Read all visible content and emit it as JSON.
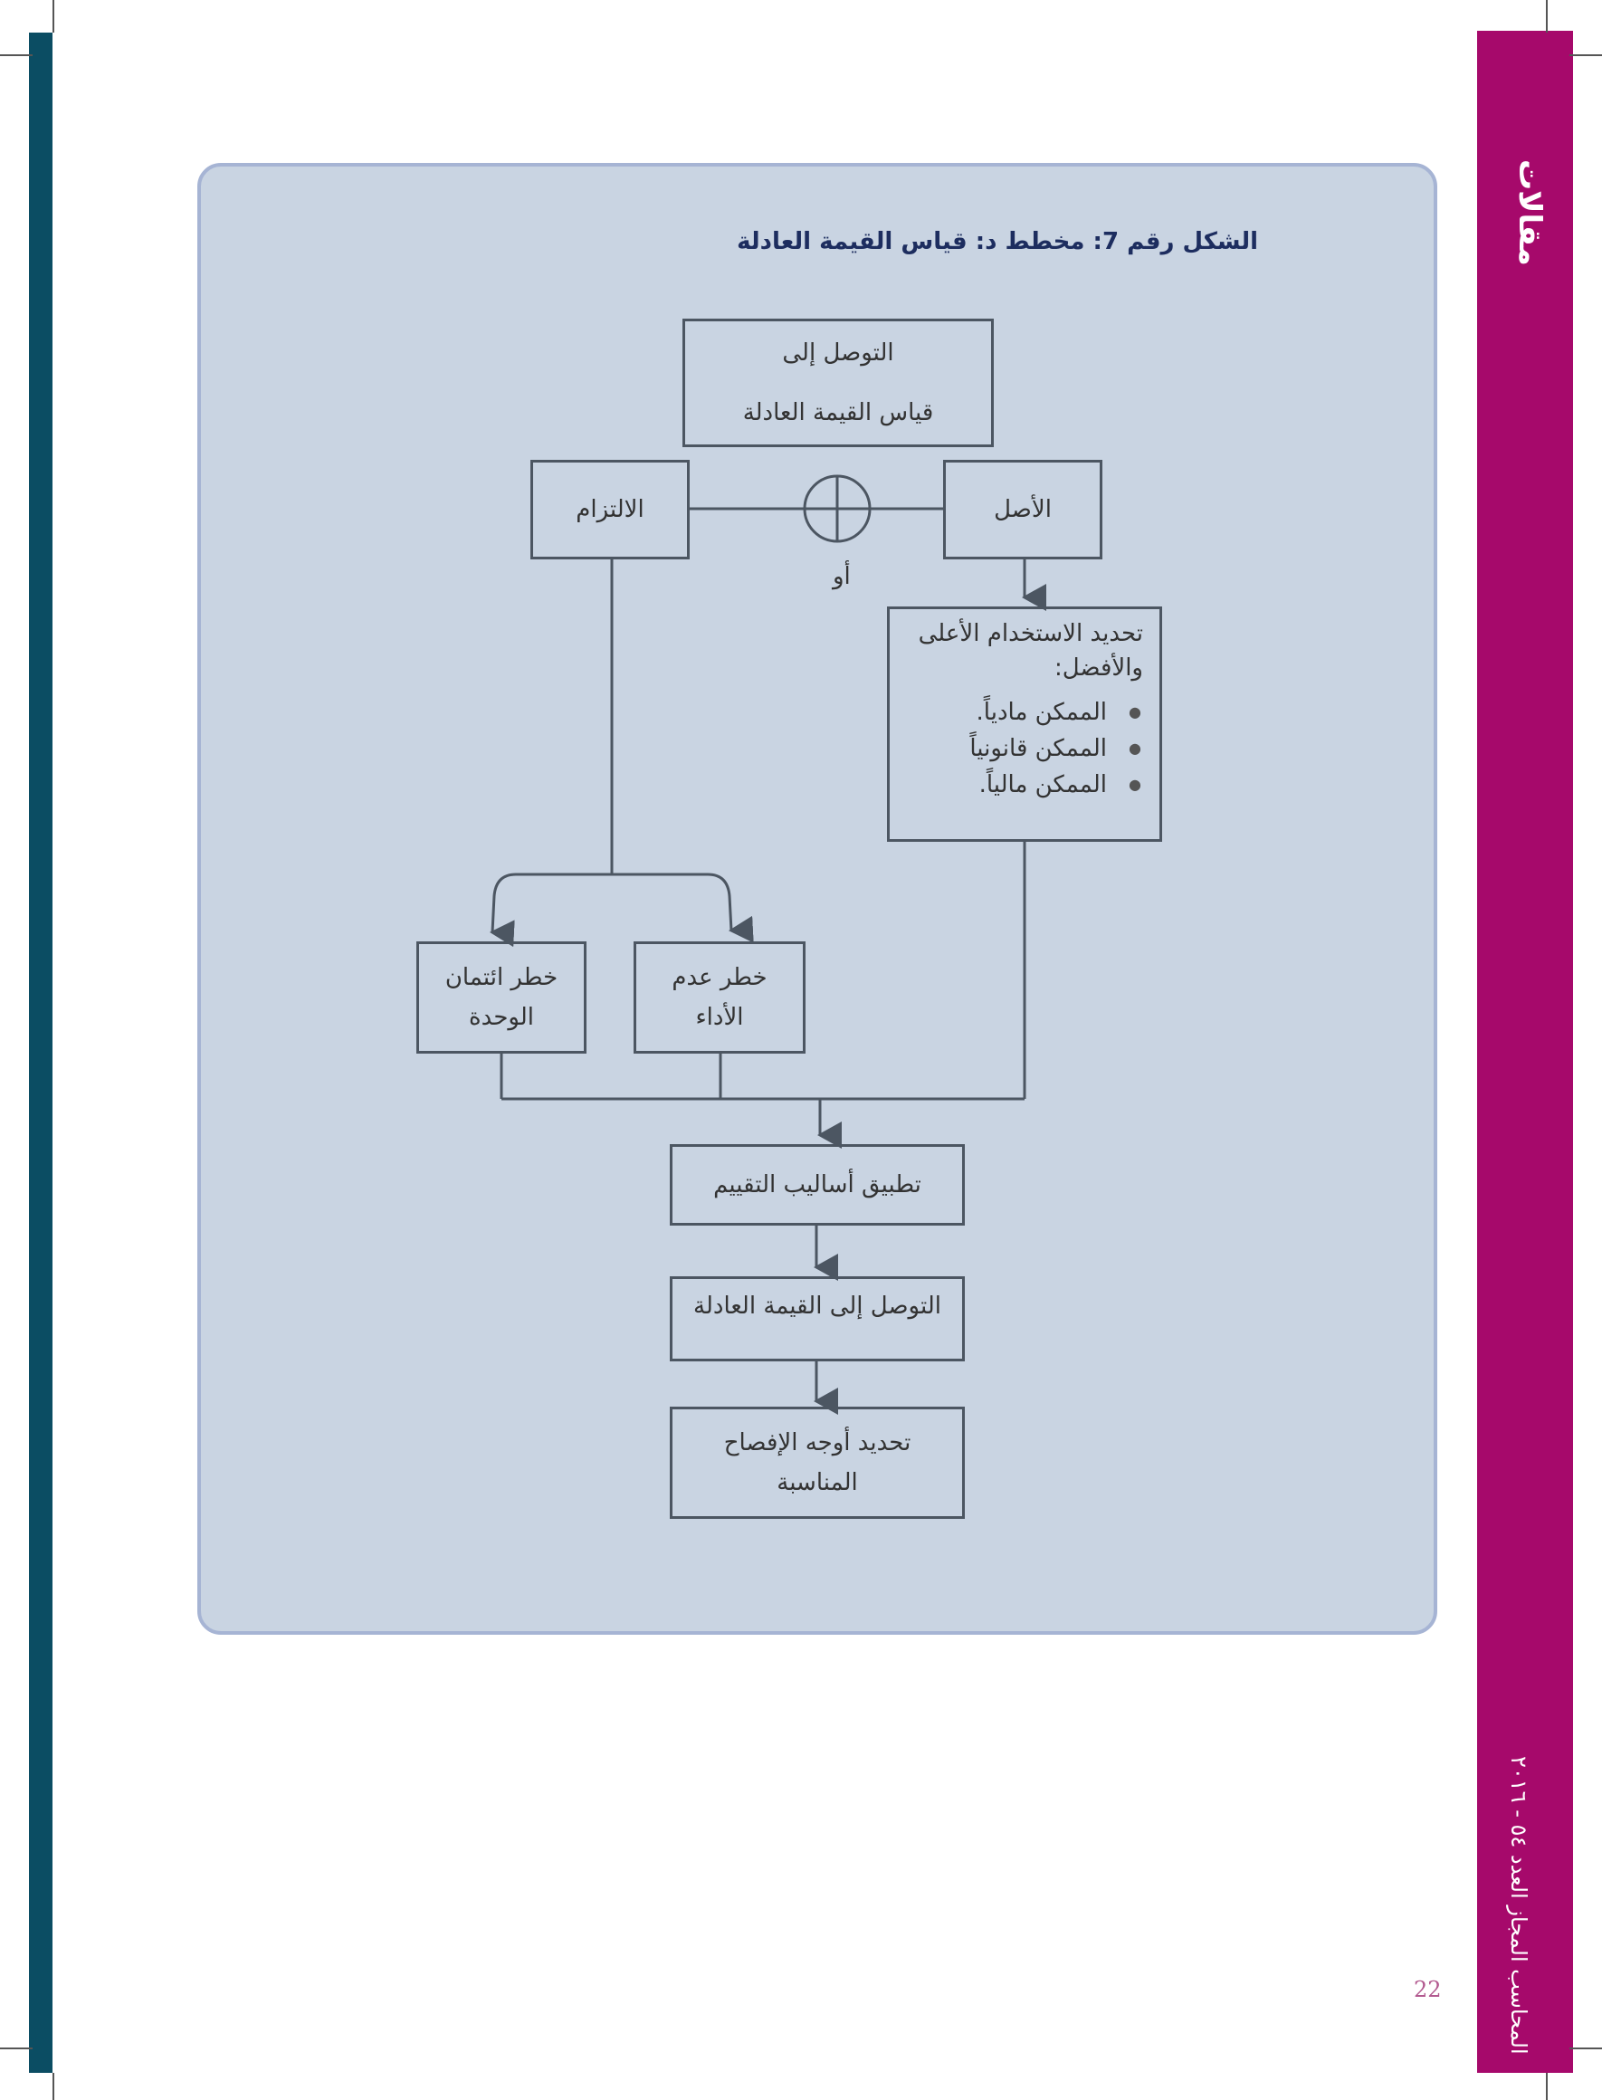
{
  "section_label": "مقالات",
  "footer": {
    "journal": "المحاسب المجاز",
    "issue": "العدد ٥٤ - ٢٠١٦"
  },
  "page_number": "22",
  "figure_title": "الشكل رقم 7: مخطط د: قياس القيمة العادلة",
  "nodes": {
    "top": {
      "line1": "التوصل إلى",
      "line2": "قياس القيمة العادلة"
    },
    "liability": "الالتزام",
    "asset": "الأصل",
    "or_label": "أو",
    "hbu": {
      "heading_line1": "تحديد الاستخدام الأعلى",
      "heading_line2": "والأفضل:",
      "items": [
        "الممكن مادياً.",
        "الممكن قانونياً",
        "الممكن مالياً."
      ]
    },
    "credit_risk": {
      "line1": "خطر ائتمان",
      "line2": "الوحدة"
    },
    "nonperformance": {
      "line1": "خطر عدم",
      "line2": "الأداء"
    },
    "apply": "تطبيق أساليب التقييم",
    "reach": "التوصل إلى القيمة العادلة",
    "disclose": {
      "line1": "تحديد أوجه الإفصاح",
      "line2": "المناسبة"
    }
  },
  "colors": {
    "left_bar": "#0b4d63",
    "right_band": "#a6096b",
    "panel": "#c9d4e2",
    "title": "#1d2d5f"
  }
}
